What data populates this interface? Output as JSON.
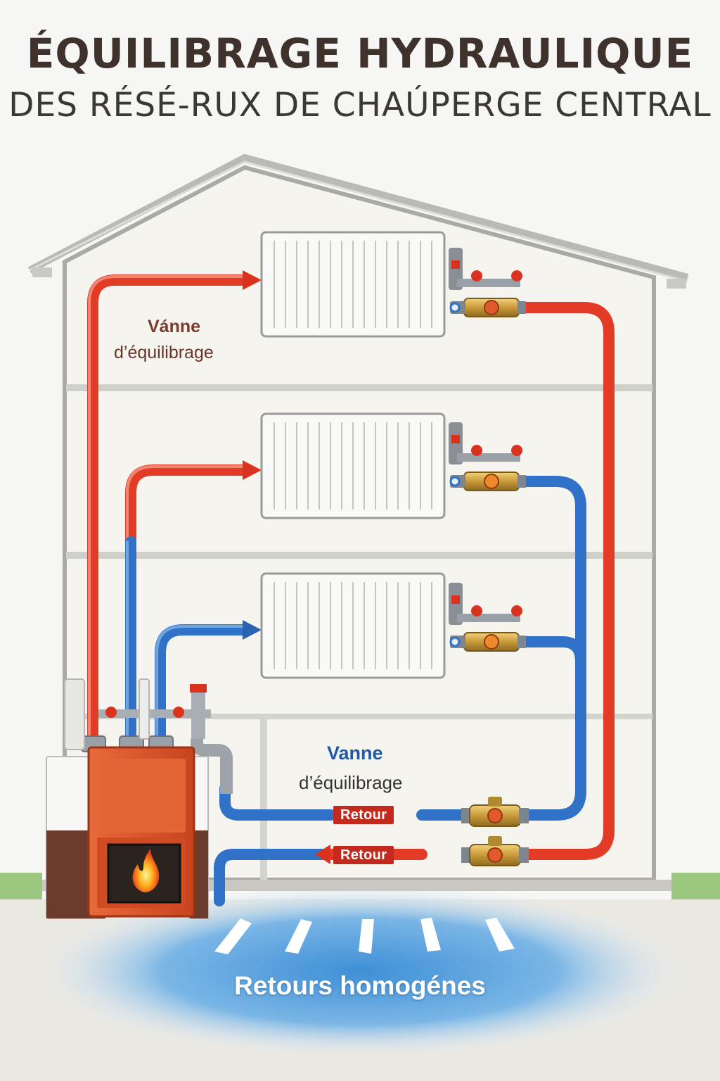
{
  "title": {
    "line1": "ÉQUILIBRAGE HYDRAULIQUE",
    "line2": "DES RÉSÉ-RUX DE CHAÚPERGE CENTRAL"
  },
  "labels": {
    "valve_top_line1": "Vánne",
    "valve_top_line2": "d’équilibrage",
    "valve_bottom_line1": "Vanne",
    "valve_bottom_line2": "d’équilibrage",
    "return_1": "Retour",
    "return_2": "Retour",
    "footer": "Retours homogénes"
  },
  "colors": {
    "supply_pipe": "#e23c26",
    "return_pipe": "#2f72c7",
    "boiler": "#d8552d",
    "house_wall": "#efeeea",
    "ground_water": "#8fc3e8",
    "grass": "#9bc77e"
  },
  "icons": [
    "radiator-icon",
    "thermostatic-valve-icon",
    "balancing-valve-icon",
    "flame-icon",
    "boiler-icon",
    "arrow-icon"
  ]
}
